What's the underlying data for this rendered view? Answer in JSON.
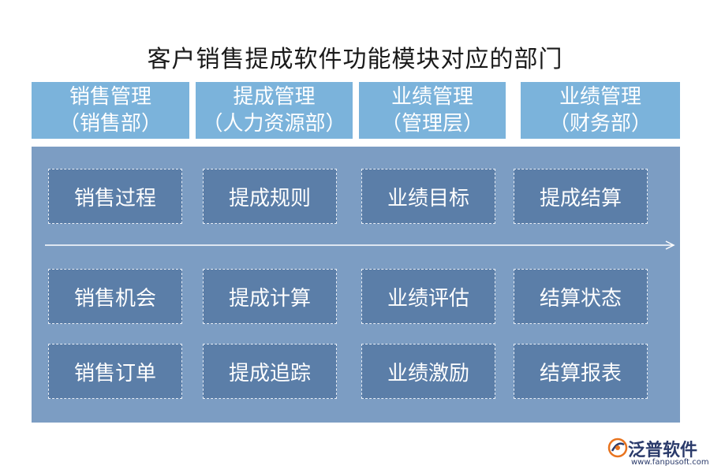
{
  "title": "客户销售提成软件功能模块对应的部门",
  "colors": {
    "header_bg": "#7bb3db",
    "panel_bg": "#7c9dc3",
    "box_bg": "#5b7ea8"
  },
  "departments": [
    {
      "line1": "销售管理",
      "line2": "（销售部）"
    },
    {
      "line1": "提成管理",
      "line2": "（人力资源部）"
    },
    {
      "line1": "业绩管理",
      "line2": "（管理层）"
    },
    {
      "line1": "业绩管理",
      "line2": "（财务部）"
    }
  ],
  "rows": [
    [
      "销售过程",
      "提成规则",
      "业绩目标",
      "提成结算"
    ],
    [
      "销售机会",
      "提成计算",
      "业绩评估",
      "结算状态"
    ],
    [
      "销售订单",
      "提成追踪",
      "业绩激励",
      "结算报表"
    ]
  ],
  "logo": {
    "name": "泛普软件",
    "url": "www.fanpusoft.com",
    "icon": "fanpu-logo-icon"
  }
}
